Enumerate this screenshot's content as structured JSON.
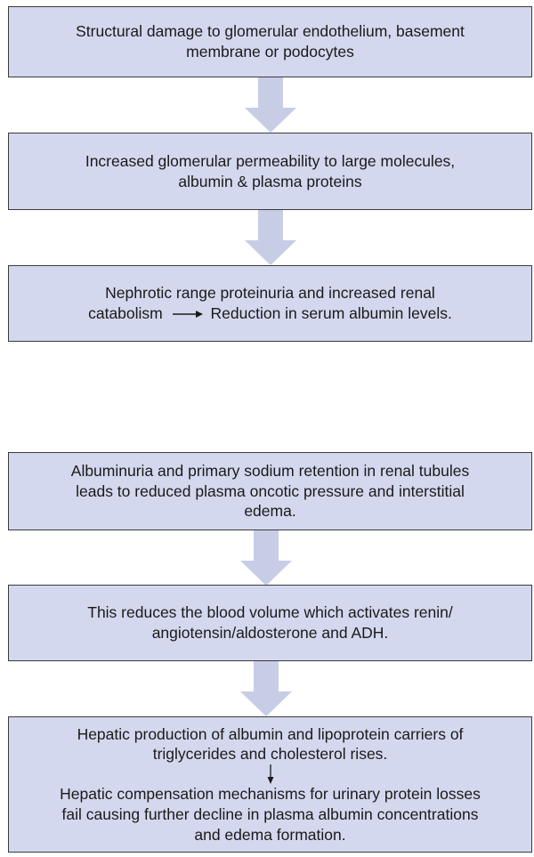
{
  "colors": {
    "box_fill": "#d4d8ee",
    "box_border": "#3a3a3a",
    "arrow_fill": "#c8cde6"
  },
  "boxes": {
    "b1": {
      "line1": "Structural damage to glomerular endothelium, basement",
      "line2": "membrane or podocytes"
    },
    "b2": {
      "line1": "Increased glomerular permeability to large molecules,",
      "line2": "albumin & plasma proteins"
    },
    "b3": {
      "line1a": "Nephrotic range proteinuria and increased renal",
      "line2_left": "catabolism",
      "line2_right": "Reduction in serum albumin levels."
    },
    "b4": {
      "line1": "Albuminuria and primary sodium retention in renal tubules",
      "line2": "leads to reduced plasma oncotic pressure and interstitial",
      "line3": "edema."
    },
    "b5": {
      "line1": "This reduces the blood volume which activates renin/",
      "line2": "angiotensin/aldosterone and ADH."
    },
    "b6": {
      "line1": "Hepatic production of albumin and lipoprotein carriers of",
      "line2": "triglycerides and cholesterol rises.",
      "line3": "Hepatic compensation mechanisms for urinary protein losses",
      "line4": "fail causing further decline in plasma albumin concentrations",
      "line5": "and edema formation."
    }
  },
  "arrows": [
    "down-arrow-icon",
    "down-arrow-icon",
    "down-arrow-icon",
    "down-arrow-icon"
  ]
}
